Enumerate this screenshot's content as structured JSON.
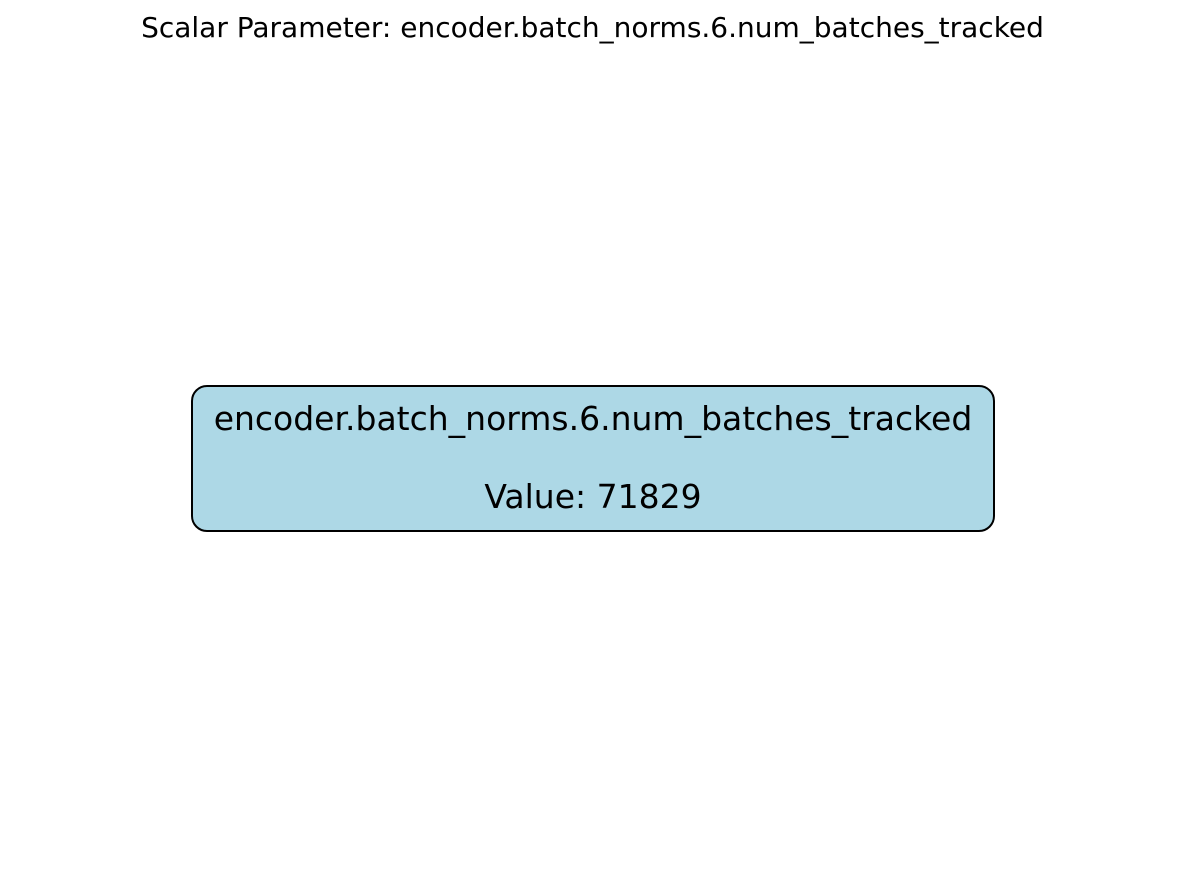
{
  "title": "Scalar Parameter: encoder.batch_norms.6.num_batches_tracked",
  "parameter": {
    "name": "encoder.batch_norms.6.num_batches_tracked",
    "value_text": "Value: 71829"
  },
  "colors": {
    "box_fill": "#add8e6",
    "box_border": "#000000",
    "background": "#ffffff"
  }
}
